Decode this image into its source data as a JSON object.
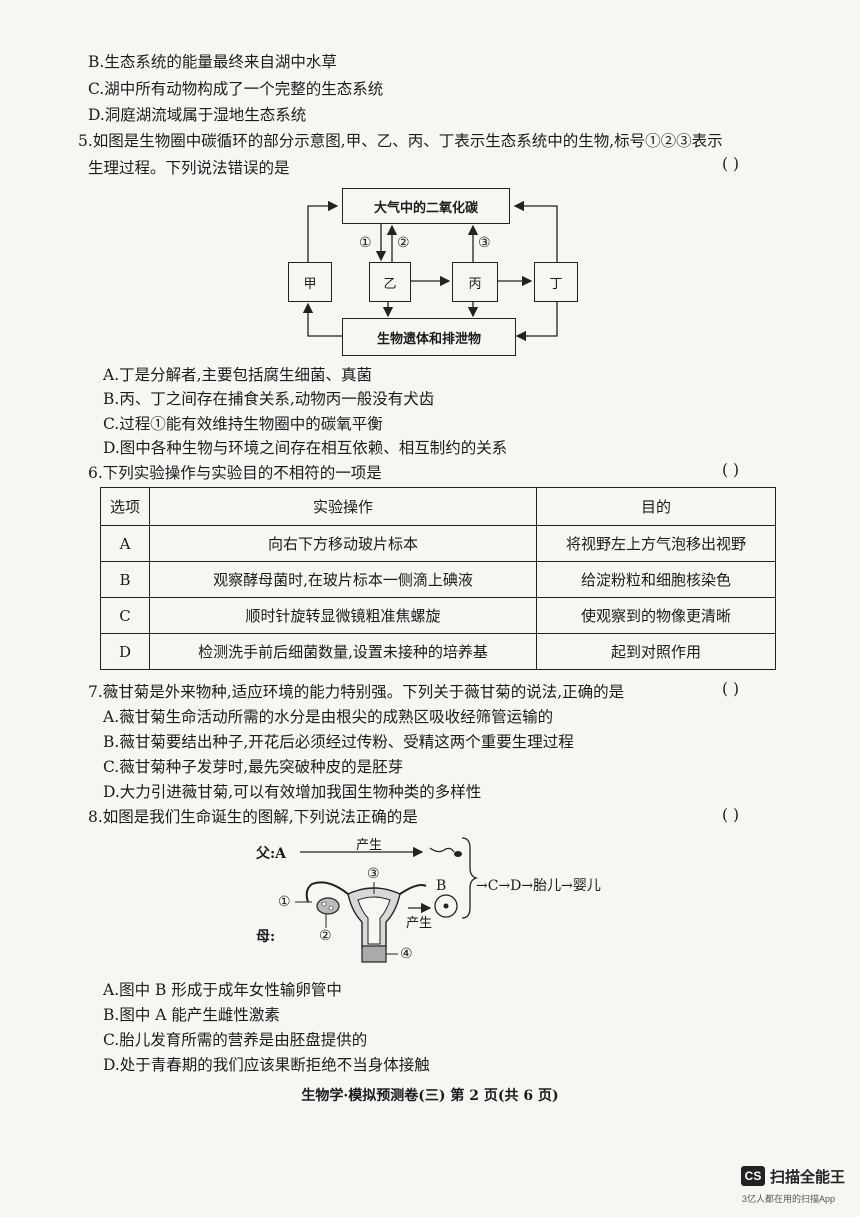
{
  "q4_options": {
    "B": "B.生态系统的能量最终来自湖中水草",
    "C": "C.湖中所有动物构成了一个完整的生态系统",
    "D": "D.洞庭湖流域属于湿地生态系统"
  },
  "q5": {
    "stem_line1": "5.如图是生物圈中碳循环的部分示意图,甲、乙、丙、丁表示生态系统中的生物,标号①②③表示",
    "stem_line2": "生理过程。下列说法错误的是",
    "paren": "(      )",
    "diagram": {
      "top_box": "大气中的二氧化碳",
      "bottom_box": "生物遗体和排泄物",
      "jia": "甲",
      "yi": "乙",
      "bing": "丙",
      "ding": "丁",
      "p1": "①",
      "p2": "②",
      "p3": "③"
    },
    "options": {
      "A": "A.丁是分解者,主要包括腐生细菌、真菌",
      "B": "B.丙、丁之间存在捕食关系,动物丙一般没有犬齿",
      "C": "C.过程①能有效维持生物圈中的碳氧平衡",
      "D": "D.图中各种生物与环境之间存在相互依赖、相互制约的关系"
    }
  },
  "q6": {
    "stem": "6.下列实验操作与实验目的不相符的一项是",
    "paren": "(      )",
    "headers": [
      "选项",
      "实验操作",
      "目的"
    ],
    "rows": [
      [
        "A",
        "向右下方移动玻片标本",
        "将视野左上方气泡移出视野"
      ],
      [
        "B",
        "观察酵母菌时,在玻片标本一侧滴上碘液",
        "给淀粉粒和细胞核染色"
      ],
      [
        "C",
        "顺时针旋转显微镜粗准焦螺旋",
        "使观察到的物像更清晰"
      ],
      [
        "D",
        "检测洗手前后细菌数量,设置未接种的培养基",
        "起到对照作用"
      ]
    ]
  },
  "q7": {
    "stem": "7.薇甘菊是外来物种,适应环境的能力特别强。下列关于薇甘菊的说法,正确的是",
    "paren": "(      )",
    "options": {
      "A": "A.薇甘菊生命活动所需的水分是由根尖的成熟区吸收经筛管运输的",
      "B": "B.薇甘菊要结出种子,开花后必须经过传粉、受精这两个重要生理过程",
      "C": "C.薇甘菊种子发芽时,最先突破种皮的是胚芽",
      "D": "D.大力引进薇甘菊,可以有效增加我国生物种类的多样性"
    }
  },
  "q8": {
    "stem": "8.如图是我们生命诞生的图解,下列说法正确的是",
    "paren": "(      )",
    "diagram": {
      "father": "父:A",
      "mother": "母:",
      "produce_top": "产生",
      "produce_bottom": "产生",
      "b": "B",
      "chain": "→C→D→胎儿→婴儿",
      "n1": "①",
      "n2": "②",
      "n3": "③",
      "n4": "④"
    },
    "options": {
      "A": "A.图中 B 形成于成年女性输卵管中",
      "B": "B.图中 A 能产生雌性激素",
      "C": "C.胎儿发育所需的营养是由胚盘提供的",
      "D": "D.处于青春期的我们应该果断拒绝不当身体接触"
    }
  },
  "footer": "生物学·模拟预测卷(三)  第 2 页(共 6 页)",
  "watermark": {
    "logo": "CS",
    "name": "扫描全能王",
    "sub": "3亿人都在用的扫描App"
  }
}
